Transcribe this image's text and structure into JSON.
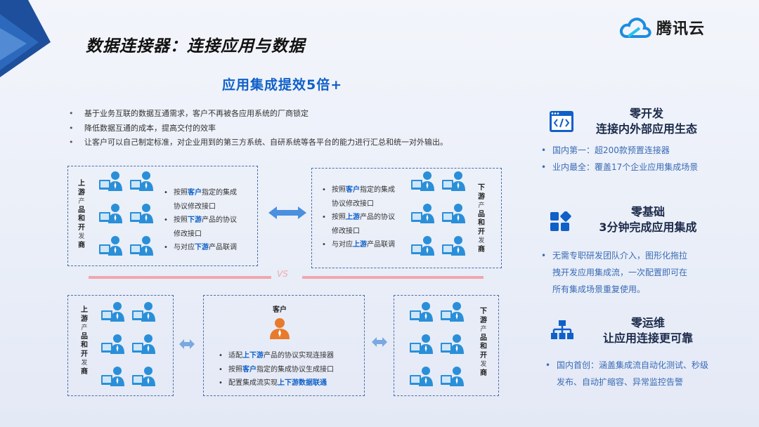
{
  "title": "数据连接器：连接应用与数据",
  "logo": {
    "text": "腾讯云"
  },
  "headline": "应用集成提效5倍+",
  "bullets": [
    "基于业务互联的数据互通需求，客户不再被各应用系统的厂商锁定",
    "降低数据互通的成本，提高交付的效率",
    "让客户可以自己制定标准，对企业用到的第三方系统、自研系统等各平台的能力进行汇总和统一对外输出。"
  ],
  "top_left": {
    "label": [
      "上",
      "游",
      "产",
      "品",
      "和",
      "开",
      "发",
      "商"
    ],
    "items": [
      {
        "a": "按照",
        "b": "客户",
        "c": "指定的集成"
      },
      {
        "a": "协议修改接口"
      },
      {
        "a": "按照",
        "b": "下游",
        "c": "产品的协议"
      },
      {
        "a": "修改接口"
      },
      {
        "a": "与对应",
        "b": "下游",
        "c": "产品联调"
      }
    ]
  },
  "top_right": {
    "label": [
      "下",
      "游",
      "产",
      "品",
      "和",
      "开",
      "发",
      "商"
    ],
    "items": [
      {
        "a": "按照",
        "b": "客户",
        "c": "指定的集成"
      },
      {
        "a": "协议修改接口"
      },
      {
        "a": "按照",
        "b": "上游",
        "c": "产品的协议"
      },
      {
        "a": "修改接口"
      },
      {
        "a": "与对应",
        "b": "上游",
        "c": "产品联调"
      }
    ]
  },
  "vs": "VS",
  "bottom_left": {
    "label": [
      "上",
      "游",
      "产",
      "品",
      "和",
      "开",
      "发",
      "商"
    ]
  },
  "bottom_right": {
    "label": [
      "下",
      "游",
      "产",
      "品",
      "和",
      "开",
      "发",
      "商"
    ]
  },
  "client": {
    "label": "客户",
    "items": [
      {
        "a": "适配",
        "b": "上下游",
        "c": "产品的协议实现连接器"
      },
      {
        "a": "按照",
        "b": "客户",
        "c": "指定的集成协议生成接口"
      },
      {
        "a": "配置集成流实现",
        "b": "上下游数据联通",
        "c": ""
      }
    ]
  },
  "features": [
    {
      "icon": "code-window-icon",
      "title1": "零开发",
      "title2": "连接内外部应用生态",
      "points": [
        "国内第一：超200款预置连接器",
        "业内最全：覆盖17个企业应用集成场景"
      ]
    },
    {
      "icon": "blocks-icon",
      "title1": "零基础",
      "title2": "3分钟完成应用集成",
      "points": [
        "无需专职研发团队介入，图形化拖拉",
        "拽开发应用集成流，一次配置即可在",
        "所有集成场景重复使用。"
      ]
    },
    {
      "icon": "hierarchy-icon",
      "title1": "零运维",
      "title2": "让应用连接更可靠",
      "points": [
        "国内首创：涵盖集成流自动化测试、秒级",
        "发布、自动扩缩容、异常监控告警"
      ]
    }
  ],
  "colors": {
    "accent": "#1060c8",
    "person_icon": "#2a8fd8",
    "client_icon": "#e87a2c",
    "vs": "#f2a6ae"
  }
}
